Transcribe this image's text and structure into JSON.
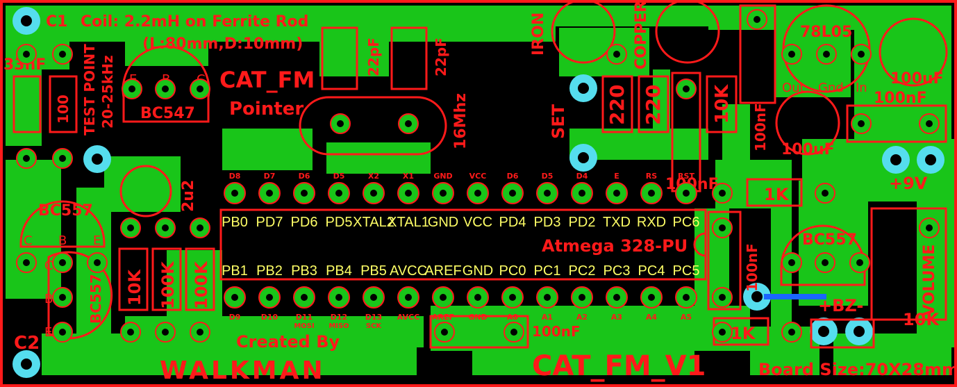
{
  "board": {
    "title": "CAT_FM_V1",
    "size": "Board Size:70X28mm",
    "created": "Created By",
    "signature": "WALKMAN",
    "coil_line1": "Coil: 2.2mH on Ferrite Rod",
    "coil_line2": "(L:80mm,D:10mm)",
    "logo1": "CAT_FM",
    "logo2": "Pointer"
  },
  "refs": {
    "c1": "C1",
    "c2": "C2",
    "nf33": "33nF",
    "r100": "100",
    "test1": "TEST POINT",
    "test2": "20-25kHz",
    "bc547": "BC547",
    "e": "E",
    "b": "B",
    "c": "C",
    "pf22a": "22pF",
    "pf22b": "22pF",
    "mhz": "16Mhz",
    "iron": "IRON",
    "copper": "COPPER",
    "set": "SET",
    "r220a": "220",
    "r220b": "220",
    "r10k": "10K",
    "nf100a": "100nF",
    "reg": "78L05",
    "out": "Out",
    "gnd": "Gnd",
    "in": "In",
    "uf100a": "100uF",
    "uf100b": "100uF",
    "nf100b": "100nF",
    "nf100c": "100nF",
    "plus9v": "+9V",
    "r1ka": "1K",
    "r1kb": "1K",
    "bc557a": "BC557",
    "bc557b": "BC557",
    "bc557c": "BC557",
    "volume": "VOLUME",
    "vol10k": "10K",
    "bz": "+BZ-",
    "uf2u2": "2u2",
    "r10kb": "10K",
    "r100ka": "100K",
    "r100kb": "100K",
    "mcu": "Atmega 328-PU",
    "nf100d": "100nF",
    "nf100e": "100nF",
    "pe": "E",
    "pb": "B",
    "pc": "C",
    "ce": "C",
    "cb": "B",
    "ce2": "E"
  },
  "top_labels": [
    "D8",
    "D7",
    "D6",
    "D5",
    "X2",
    "X1",
    "GND",
    "VCC",
    "D6",
    "D5",
    "D4",
    "E",
    "RS",
    "RST"
  ],
  "top_pins": [
    "PB0",
    "PD7",
    "PD6",
    "PD5",
    "XTAL2",
    "XTAL1",
    "GND",
    "VCC",
    "PD4",
    "PD3",
    "PD2",
    "TXD",
    "RXD",
    "PC6"
  ],
  "bot_pins": [
    "PB1",
    "PB2",
    "PB3",
    "PB4",
    "PB5",
    "AVCC",
    "AREF",
    "GND",
    "PC0",
    "PC1",
    "PC2",
    "PC3",
    "PC4",
    "PC5"
  ],
  "bot_labels": [
    "D9",
    "D10",
    "D11",
    "D12",
    "D13",
    "AVCC",
    "AREF",
    "GND",
    "A0",
    "A1",
    "A2",
    "A3",
    "A4",
    "A5"
  ],
  "bot_sub": [
    "",
    "",
    "MOSI",
    "MISO",
    "SCK",
    "",
    "",
    "",
    "",
    "",
    "",
    "",
    "",
    ""
  ],
  "colors": {
    "copper": "#19c519",
    "silk": "#ff1a1a",
    "via": "#55ddee",
    "board": "#000000"
  }
}
